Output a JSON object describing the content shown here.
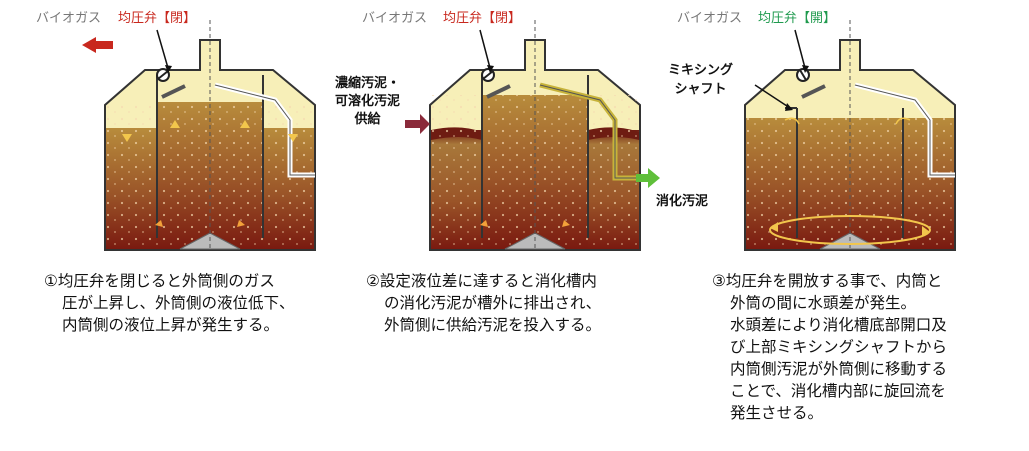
{
  "panel1": {
    "biogas": "バイオガス",
    "valve": "均圧弁【閉】",
    "caption": [
      "①均圧弁を閉じると外筒側のガス",
      "圧が上昇し、外筒側の液位低下、",
      "内筒側の液位上昇が発生する。"
    ]
  },
  "panel2": {
    "biogas": "バイオガス",
    "valve": "均圧弁【閉】",
    "feed": [
      "濃縮汚泥・",
      "可溶化汚泥",
      "供給"
    ],
    "outlet": "消化汚泥",
    "caption": [
      "②設定液位差に達すると消化槽内",
      "の消化汚泥が槽外に排出され、",
      "外筒側に供給汚泥を投入する。"
    ]
  },
  "panel3": {
    "biogas": "バイオガス",
    "valve": "均圧弁【開】",
    "shaft": [
      "ミキシング",
      "シャフト"
    ],
    "caption": [
      "③均圧弁を開放する事で、内筒と",
      "外筒の間に水頭差が発生。",
      "水頭差により消化槽底部開口及",
      "び上部ミキシングシャフトから",
      "内筒側汚泥が外筒側に移動する",
      "ことで、消化槽内部に旋回流を",
      "発生させる。"
    ]
  },
  "colors": {
    "red": "#c8281e",
    "green": "#1f9a4e",
    "gas": "#f7efb8",
    "sludgeTop": "#b78a3a",
    "sludgeBottom": "#7a1a10"
  }
}
